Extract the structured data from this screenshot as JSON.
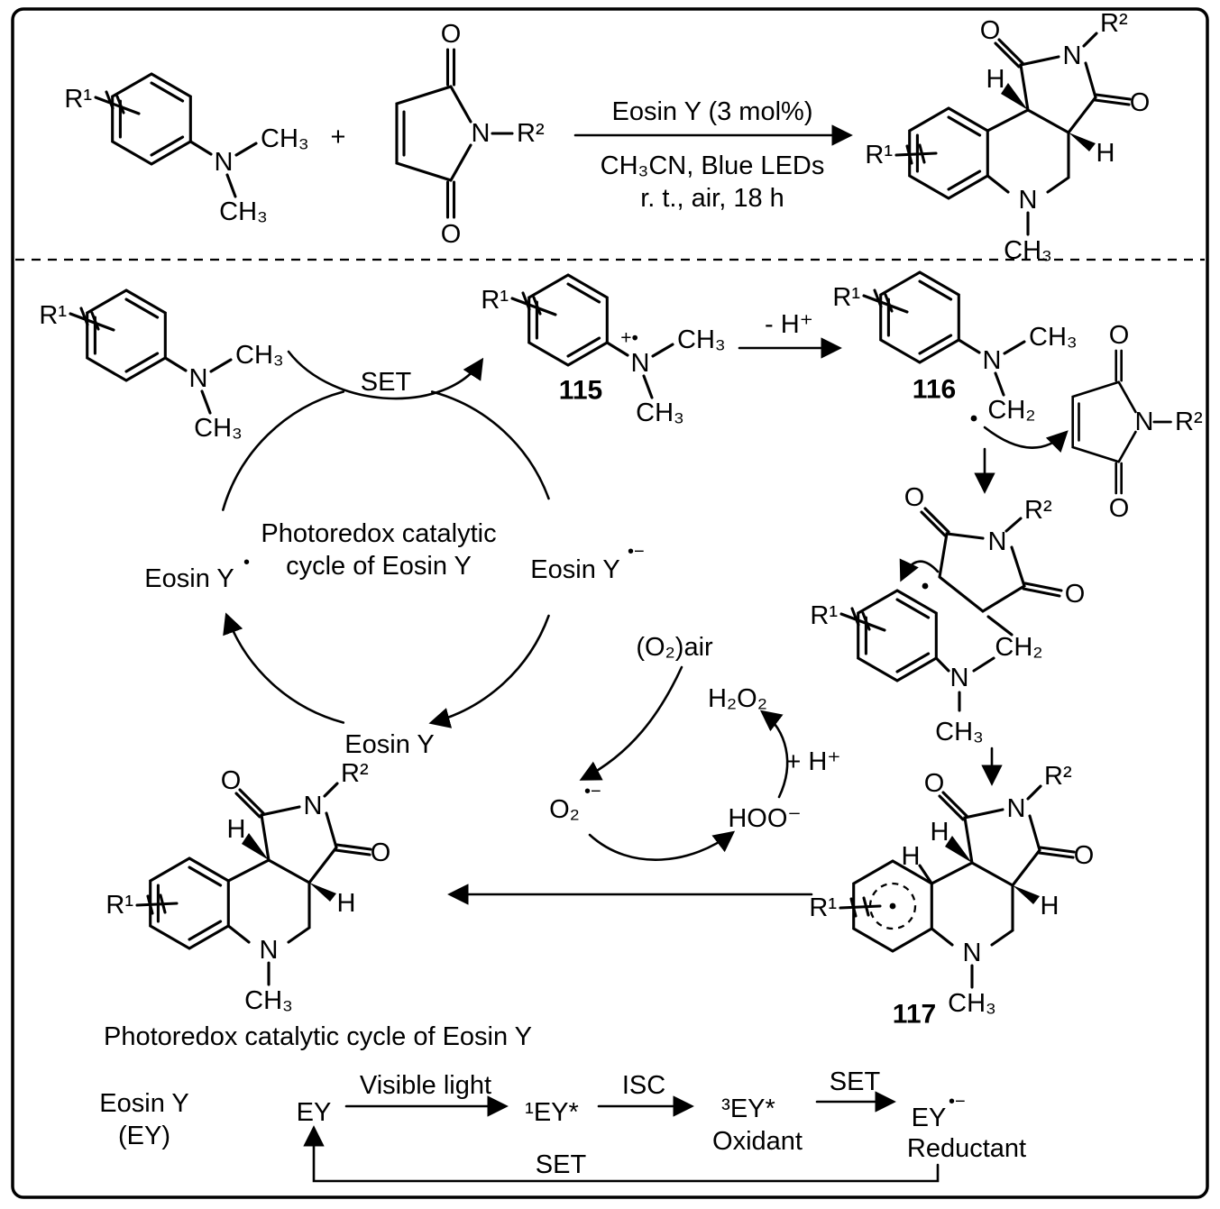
{
  "colors": {
    "ink": "#000000",
    "background": "#ffffff"
  },
  "atoms": {
    "r1": "R¹",
    "r2": "R²",
    "n": "N",
    "o": "O",
    "ch3": "CH₃",
    "ch2": "CH₂",
    "h": "H",
    "radical_cation": "+•"
  },
  "top_reaction": {
    "plus": "+",
    "condition_above": "Eosin Y (3 mol%)",
    "condition_below_1": "CH₃CN, Blue LEDs",
    "condition_below_2": "r. t., air, 18 h"
  },
  "mechanism": {
    "set": "SET",
    "minus_h": "- H⁺",
    "num_115": "115",
    "num_116": "116",
    "num_117": "117",
    "cycle_line1": "Photoredox catalytic",
    "cycle_line2": "cycle of Eosin Y",
    "eosin_y_left": "Eosin Y",
    "eosin_y_right": "Eosin Y",
    "eosin_y_bottom": "Eosin Y",
    "radical": "•",
    "radical_anion": "•−",
    "o2_air": "(O₂)air",
    "o2": "O₂",
    "o2_sup": "•−",
    "h2o2": "H₂O₂",
    "plus_h": "+ H⁺",
    "hoo": "HOO⁻",
    "caption": "Photoredox catalytic cycle of Eosin Y"
  },
  "energy_diagram": {
    "eosin_y": "Eosin Y",
    "ey_abbr": "(EY)",
    "ey": "EY",
    "visible_light": "Visible light",
    "singlet_ey": "¹EY*",
    "isc": "ISC",
    "triplet_ey": "³EY*",
    "oxidant": "Oxidant",
    "ey_radical_anion": "EY",
    "ey_radical_anion_sup": "•−",
    "reductant": "Reductant",
    "set_forward": "SET",
    "set_back": "SET"
  }
}
